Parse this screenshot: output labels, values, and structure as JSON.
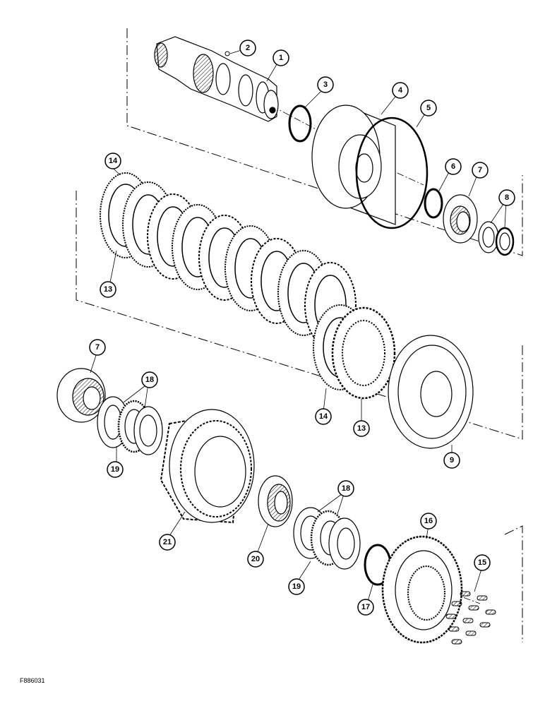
{
  "figure_code": "F886031",
  "callouts": [
    {
      "id": "c1",
      "label": "1"
    },
    {
      "id": "c2",
      "label": "2"
    },
    {
      "id": "c3",
      "label": "3"
    },
    {
      "id": "c4",
      "label": "4"
    },
    {
      "id": "c5",
      "label": "5"
    },
    {
      "id": "c6",
      "label": "6"
    },
    {
      "id": "c7a",
      "label": "7"
    },
    {
      "id": "c8",
      "label": "8"
    },
    {
      "id": "c14a",
      "label": "14"
    },
    {
      "id": "c13a",
      "label": "13"
    },
    {
      "id": "c7b",
      "label": "7"
    },
    {
      "id": "c18a",
      "label": "18"
    },
    {
      "id": "c19a",
      "label": "19"
    },
    {
      "id": "c14b",
      "label": "14"
    },
    {
      "id": "c13b",
      "label": "13"
    },
    {
      "id": "c9",
      "label": "9"
    },
    {
      "id": "c21",
      "label": "21"
    },
    {
      "id": "c20",
      "label": "20"
    },
    {
      "id": "c18b",
      "label": "18"
    },
    {
      "id": "c19b",
      "label": "19"
    },
    {
      "id": "c16",
      "label": "16"
    },
    {
      "id": "c15",
      "label": "15"
    },
    {
      "id": "c17",
      "label": "17"
    }
  ]
}
